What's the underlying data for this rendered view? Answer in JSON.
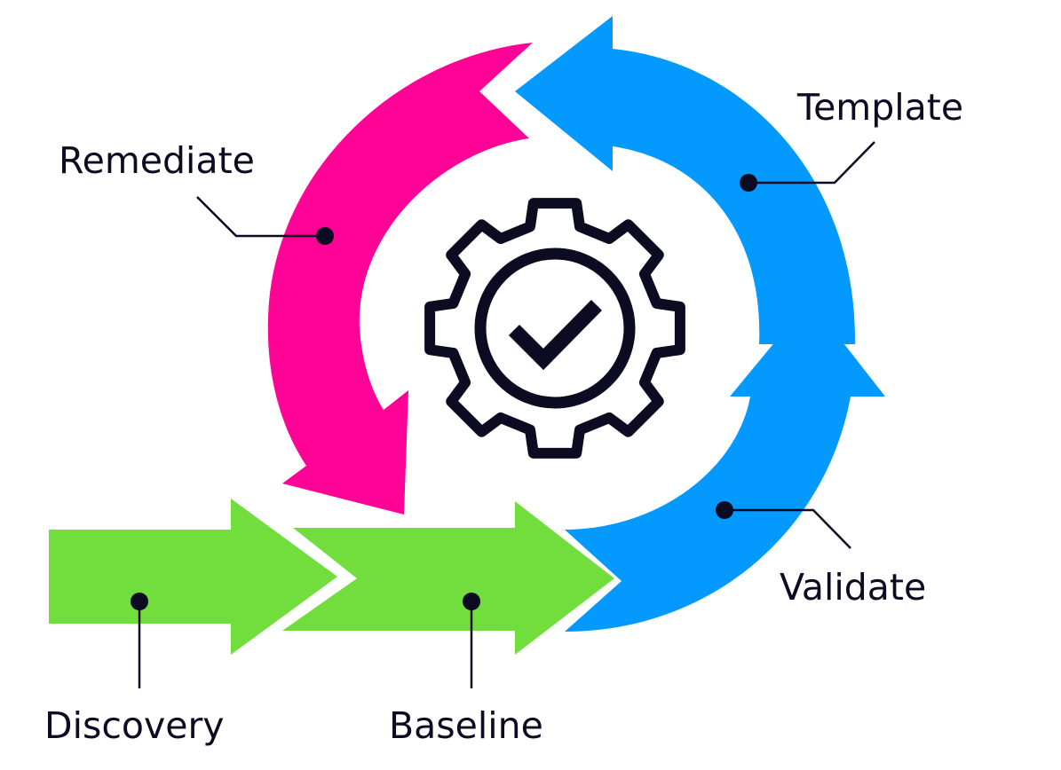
{
  "colors": {
    "remediate": "#ff0396",
    "template": "#0399fe",
    "validate": "#0399fe",
    "discovery": "#72de3e",
    "baseline": "#72de3e",
    "ink": "#0b0b22"
  },
  "stages": {
    "discovery": "Discovery",
    "baseline": "Baseline",
    "validate": "Validate",
    "template": "Template",
    "remediate": "Remediate"
  },
  "center_icon": "gear-check-icon"
}
